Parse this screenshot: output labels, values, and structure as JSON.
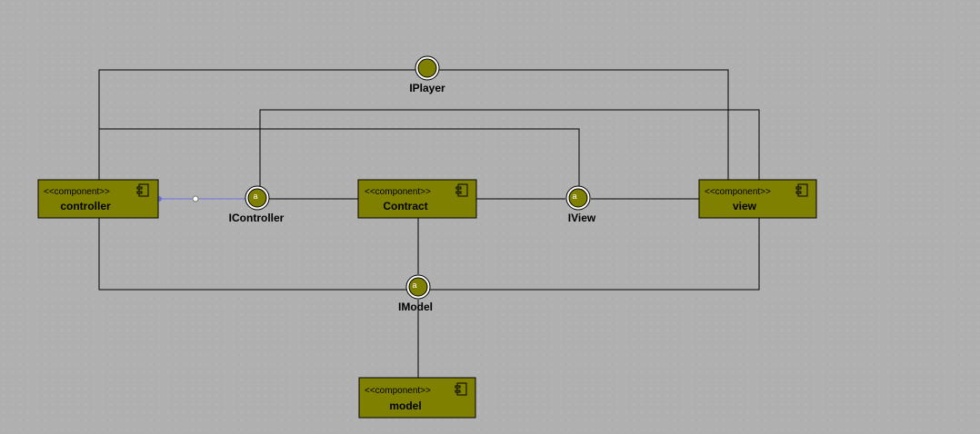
{
  "components": [
    {
      "id": "controller",
      "stereotype": "<<component>>",
      "name": "controller",
      "icon": "component-icon"
    },
    {
      "id": "contract",
      "stereotype": "<<component>>",
      "name": "Contract",
      "icon": "component-icon"
    },
    {
      "id": "view",
      "stereotype": "<<component>>",
      "name": "view",
      "icon": "component-icon"
    },
    {
      "id": "model",
      "stereotype": "<<component>>",
      "name": "model",
      "icon": "component-icon"
    }
  ],
  "interfaces": [
    {
      "id": "iplayer",
      "name": "IPlayer",
      "marker": ""
    },
    {
      "id": "icontroller",
      "name": "IController",
      "marker": "a"
    },
    {
      "id": "iview",
      "name": "IView",
      "marker": "a"
    },
    {
      "id": "imodel",
      "name": "IModel",
      "marker": "a"
    }
  ],
  "colors": {
    "component_fill": "#808000",
    "selection_link": "#6f6fe0"
  }
}
